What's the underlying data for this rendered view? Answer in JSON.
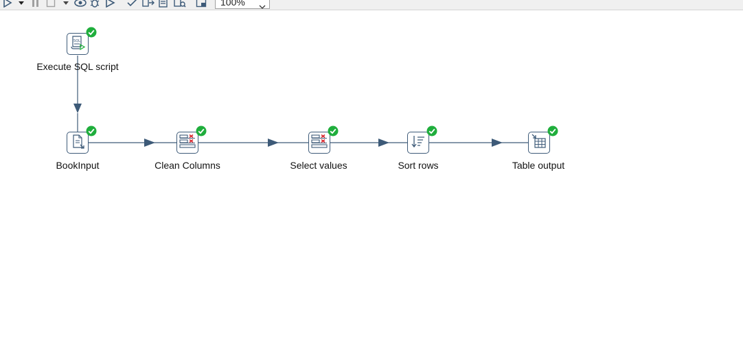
{
  "toolbar": {
    "icons": [
      "run-icon",
      "run-dropdown-icon",
      "pause-icon",
      "stop-icon",
      "stop-dropdown-icon",
      "preview-icon",
      "debug-icon",
      "replay-icon",
      "verify-icon",
      "impact-icon",
      "sql-icon",
      "explore-db-icon",
      "show-results-icon"
    ],
    "zoom": "100%"
  },
  "steps": [
    {
      "label": "Execute SQL script",
      "icon": "sql-script-icon",
      "status": "success"
    },
    {
      "label": "BookInput",
      "icon": "text-file-input-icon",
      "status": "success"
    },
    {
      "label": "Clean Columns",
      "icon": "select-values-icon",
      "status": "success"
    },
    {
      "label": "Select values",
      "icon": "select-values-icon",
      "status": "success"
    },
    {
      "label": "Sort rows",
      "icon": "sort-rows-icon",
      "status": "success"
    },
    {
      "label": "Table output",
      "icon": "table-output-icon",
      "status": "success"
    }
  ],
  "colors": {
    "hop": "#3d5a78",
    "success": "#1fae3c",
    "remove": "#d9232a",
    "toolbar_bg": "#f0f0f0"
  }
}
